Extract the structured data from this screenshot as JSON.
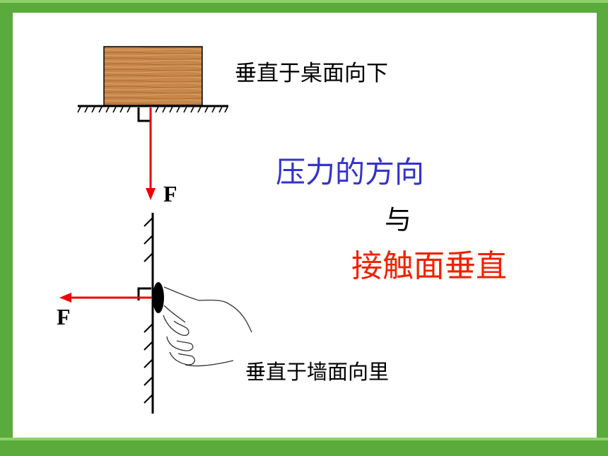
{
  "labels": {
    "desk_direction": "垂直于桌面向下",
    "wall_direction": "垂直于墙面向里",
    "force_top": "F",
    "force_left": "F"
  },
  "title": {
    "line1": "压力的方向",
    "line2": "与",
    "line3": "接触面垂直"
  },
  "colors": {
    "frame": "#5aaa3c",
    "arrow": "#ee0000",
    "title_blue": "#3333cc",
    "title_red": "#ee2200",
    "wood": "#c8874a"
  }
}
